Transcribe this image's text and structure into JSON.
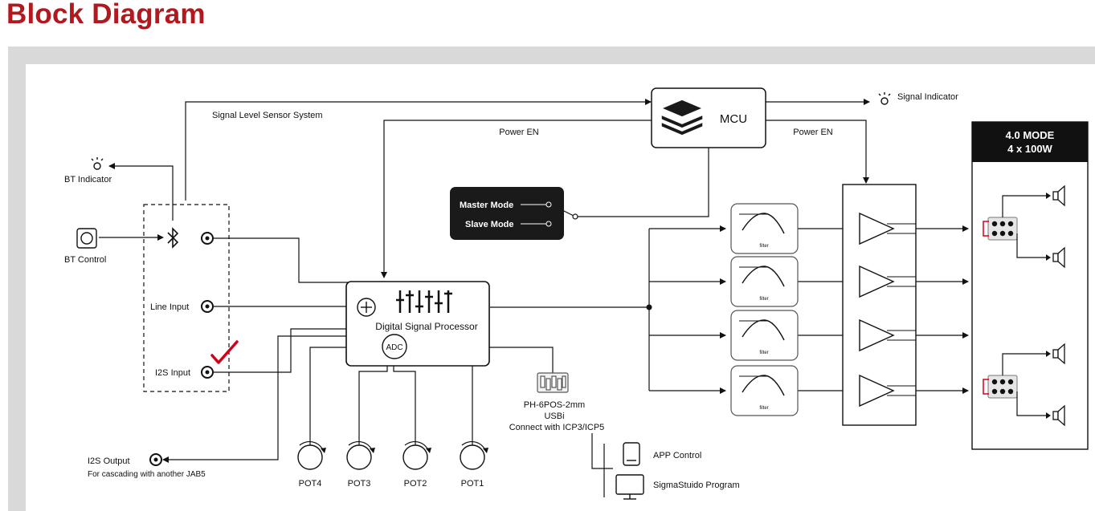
{
  "title": "Block Diagram",
  "labels": {
    "signal_level_sensor": "Signal Level Sensor System",
    "signal_indicator": "Signal Indicator",
    "mcu": "MCU",
    "power_en_left": "Power EN",
    "power_en_right": "Power EN",
    "bt_indicator": "BT Indicator",
    "bt_control": "BT Control",
    "master_mode": "Master Mode",
    "slave_mode": "Slave Mode",
    "line_input": "Line Input",
    "i2s_input": "I2S Input",
    "dsp": "Digital Signal Processor",
    "adc": "ADC",
    "connector_1": "PH-6POS-2mm",
    "connector_2": "USBi",
    "connector_3": "Connect with ICP3/ICP5",
    "app_control": "APP Control",
    "sigma_program": "SigmaStuido Program",
    "i2s_output": "I2S Output",
    "cascading": "For cascading with another JAB5",
    "pots": [
      "POT4",
      "POT3",
      "POT2",
      "POT1"
    ],
    "filter": "filter",
    "mode_line1": "4.0 MODE",
    "mode_line2": "4 x 100W"
  },
  "colors": {
    "title": "#b2191f",
    "check": "#d0021b",
    "dark_box": "#1a1a1a",
    "frame": "#d9d9d9"
  }
}
